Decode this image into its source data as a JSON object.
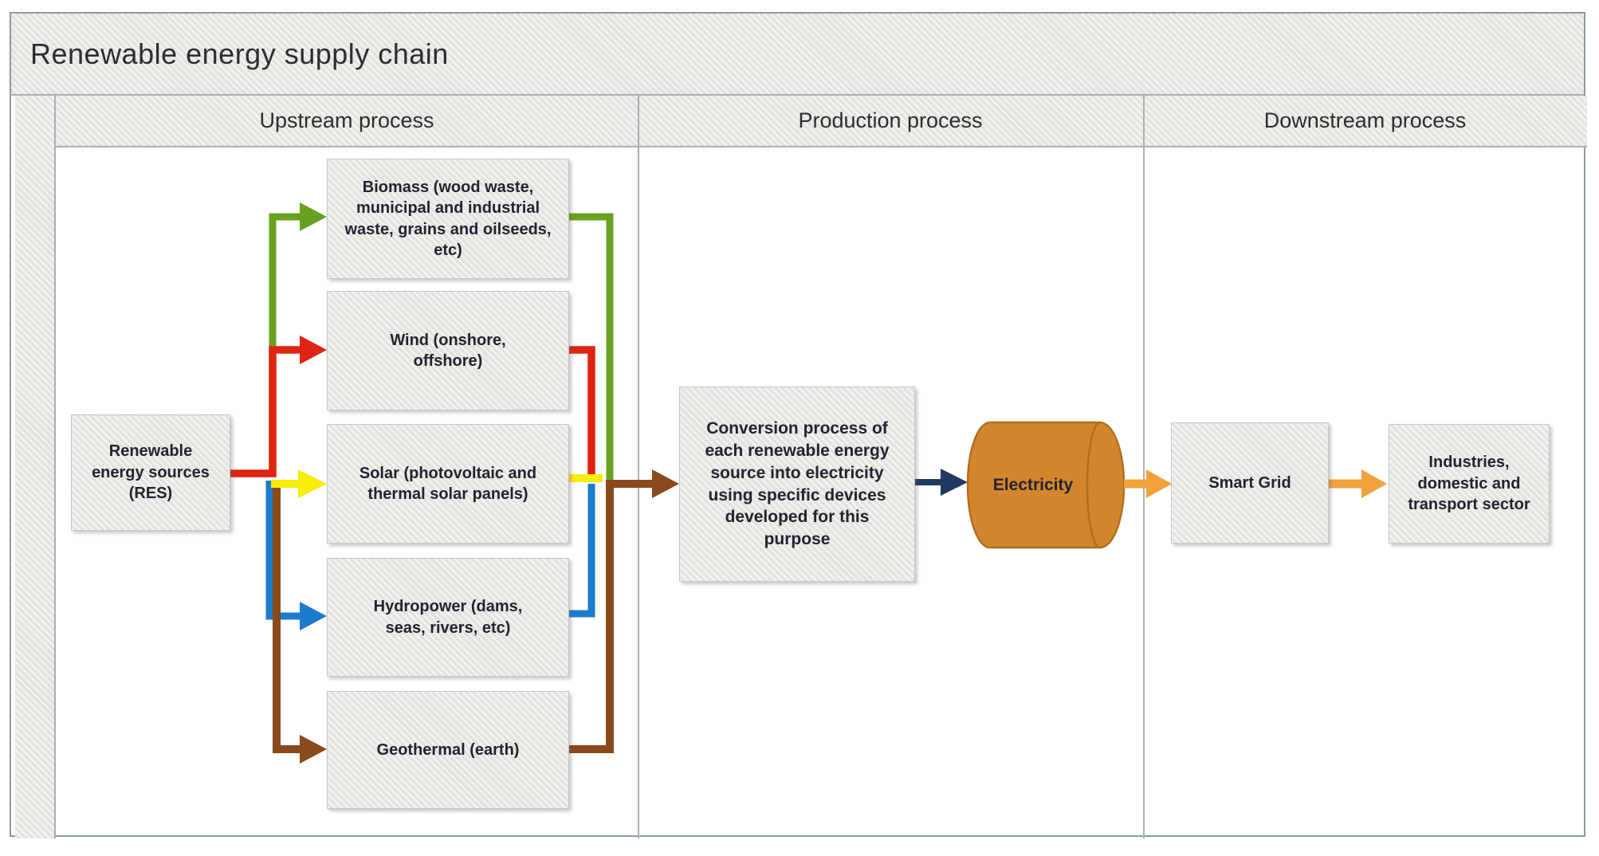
{
  "title": "Renewable energy supply chain",
  "columns": [
    {
      "label": "Upstream process"
    },
    {
      "label": "Production process"
    },
    {
      "label": "Downstream process"
    }
  ],
  "nodes": {
    "res": "Renewable energy sources (RES)",
    "biomass": "Biomass (wood waste, municipal and industrial waste, grains and oilseeds, etc)",
    "wind": "Wind (onshore, offshore)",
    "solar": "Solar (photovoltaic and thermal solar panels)",
    "hydropower": "Hydropower (dams, seas, rivers, etc)",
    "geothermal": "Geothermal (earth)",
    "conversion": "Conversion process of each renewable energy source into electricity using specific devices developed for this purpose",
    "electricity": "Electricity",
    "smart_grid": "Smart Grid",
    "industries": "Industries, domestic and transport sector"
  },
  "colors": {
    "biomass_flow": "#68a121",
    "wind_flow": "#df2412",
    "solar_flow": "#f8ed0b",
    "hydropower_flow": "#1d7bce",
    "geothermal_flow": "#8a4a1c",
    "electricity_flow": "#1f3a5e",
    "grid_flow": "#f3a33c",
    "cylinder_fill": "#d3862d",
    "cylinder_edge": "#b06f1f"
  }
}
